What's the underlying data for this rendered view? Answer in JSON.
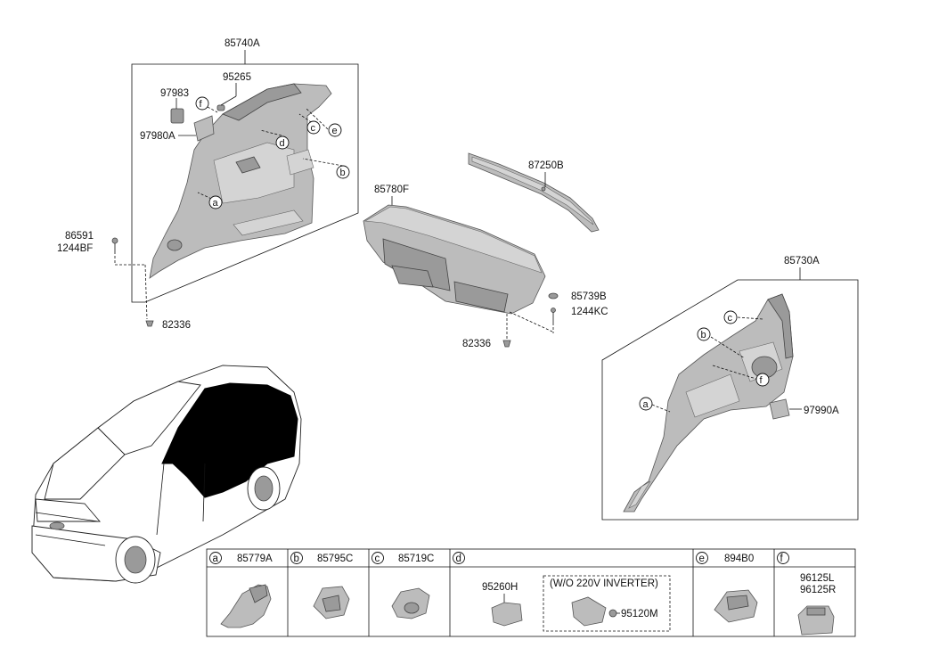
{
  "labels": {
    "l85740A": "85740A",
    "l95265": "95265",
    "l97983": "97983",
    "l97980A": "97980A",
    "l86591": "86591",
    "l1244BF": "1244BF",
    "l82336_left": "82336",
    "l87250B": "87250B",
    "l85780F": "85780F",
    "l85739B": "85739B",
    "l1244KC": "1244KC",
    "l82336_center": "82336",
    "l85730A": "85730A",
    "l97990A": "97990A"
  },
  "callouts": {
    "a": "a",
    "b": "b",
    "c": "c",
    "d": "d",
    "e": "e",
    "f": "f"
  },
  "table": {
    "cells": [
      {
        "letter": "a",
        "part": "85779A"
      },
      {
        "letter": "b",
        "part": "85795C"
      },
      {
        "letter": "c",
        "part": "85719C"
      },
      {
        "letter": "d",
        "part": ""
      },
      {
        "letter": "e",
        "part": "894B0"
      },
      {
        "letter": "f",
        "part": ""
      }
    ],
    "d_left_part": "95260H",
    "d_note": "(W/O 220V INVERTER)",
    "d_right_part": "95120M",
    "f_part_1": "96125L",
    "f_part_2": "96125R"
  }
}
